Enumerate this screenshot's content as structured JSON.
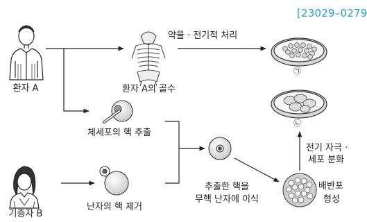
{
  "code_ref": "[23029–0279",
  "patient_a": "환자 A",
  "donor_b": "기증자 B",
  "bone_label": "환자 A의 골수",
  "drug_label": "약물 · 전기적 처리",
  "somatic_label": "체세포의 핵 추출",
  "egg_label": "난자의 핵 제거",
  "inject_label": [
    "추출한 핵을",
    "무핵 난자에 이식"
  ],
  "blastocyst_label": [
    "배반포",
    "형성"
  ],
  "stim_label": [
    "전기 자극 ·",
    "세포 분화"
  ],
  "marker_1": "㉠",
  "marker_2": "㉡",
  "colors": {
    "accent": "#1aa2c4",
    "line": "#222222"
  }
}
